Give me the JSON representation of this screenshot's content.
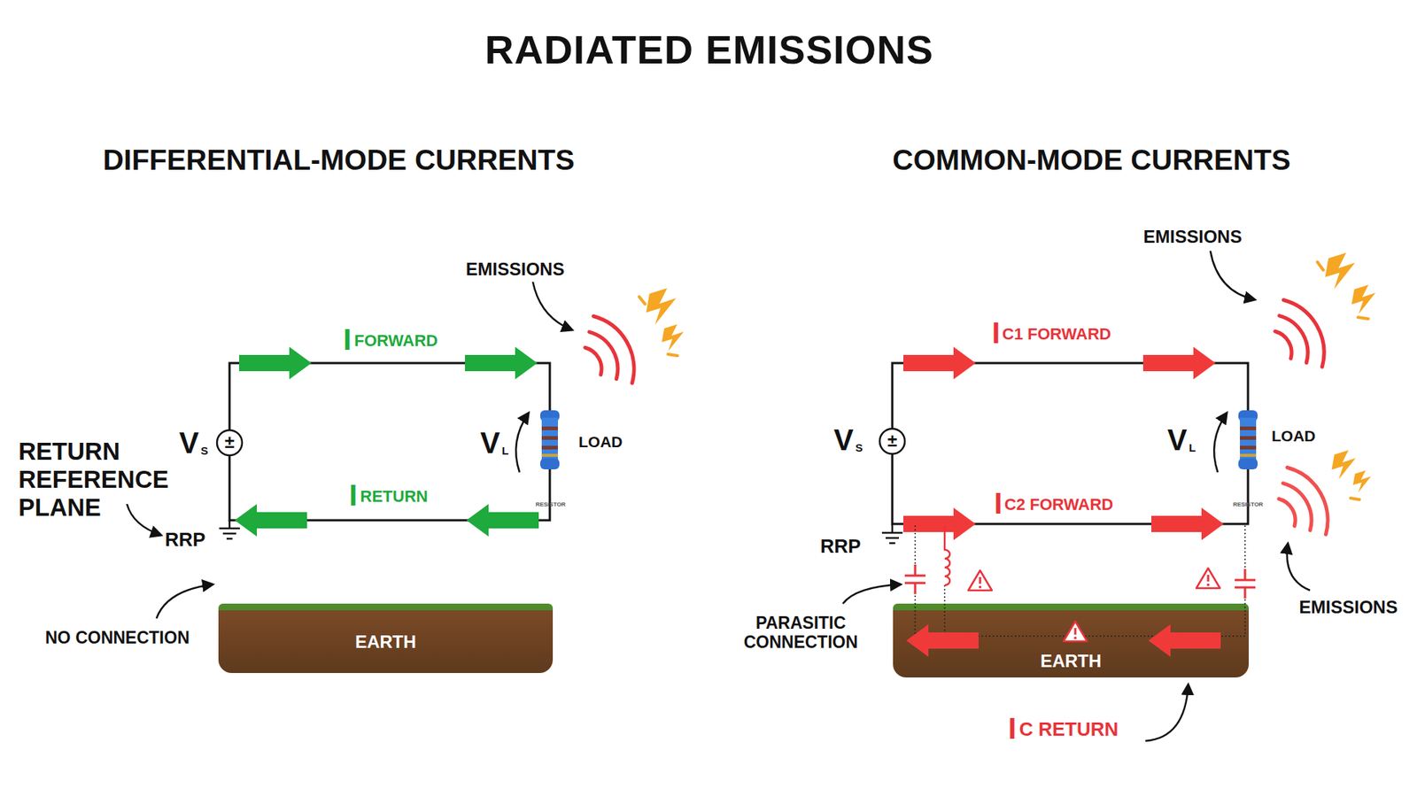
{
  "diagram": {
    "title": "RADIATED EMISSIONS",
    "nodes": [
      {
        "text": [
          "EARTH"
        ]
      },
      {
        "text": [
          "EARTH"
        ]
      }
    ],
    "labels": [
      "DIFFERENTIAL-MODE CURRENTS",
      "COMMON-MODE CURRENTS",
      "EMISSIONS",
      "I",
      "FORWARD",
      "V",
      "S",
      "±",
      "V",
      "L",
      "LOAD",
      "RESISTOR",
      "I",
      "RETURN",
      "RETURN REFERENCE PLANE",
      "RRP",
      "NO CONNECTION",
      "EMISSIONS",
      "I",
      "C1 FORWARD",
      "V",
      "S",
      "±",
      "V",
      "L",
      "LOAD",
      "RESISTOR",
      "I",
      "C2 FORWARD",
      "RRP",
      "EMISSIONS",
      "PARASITIC CONNECTION",
      "I",
      "C RETURN"
    ]
  }
}
